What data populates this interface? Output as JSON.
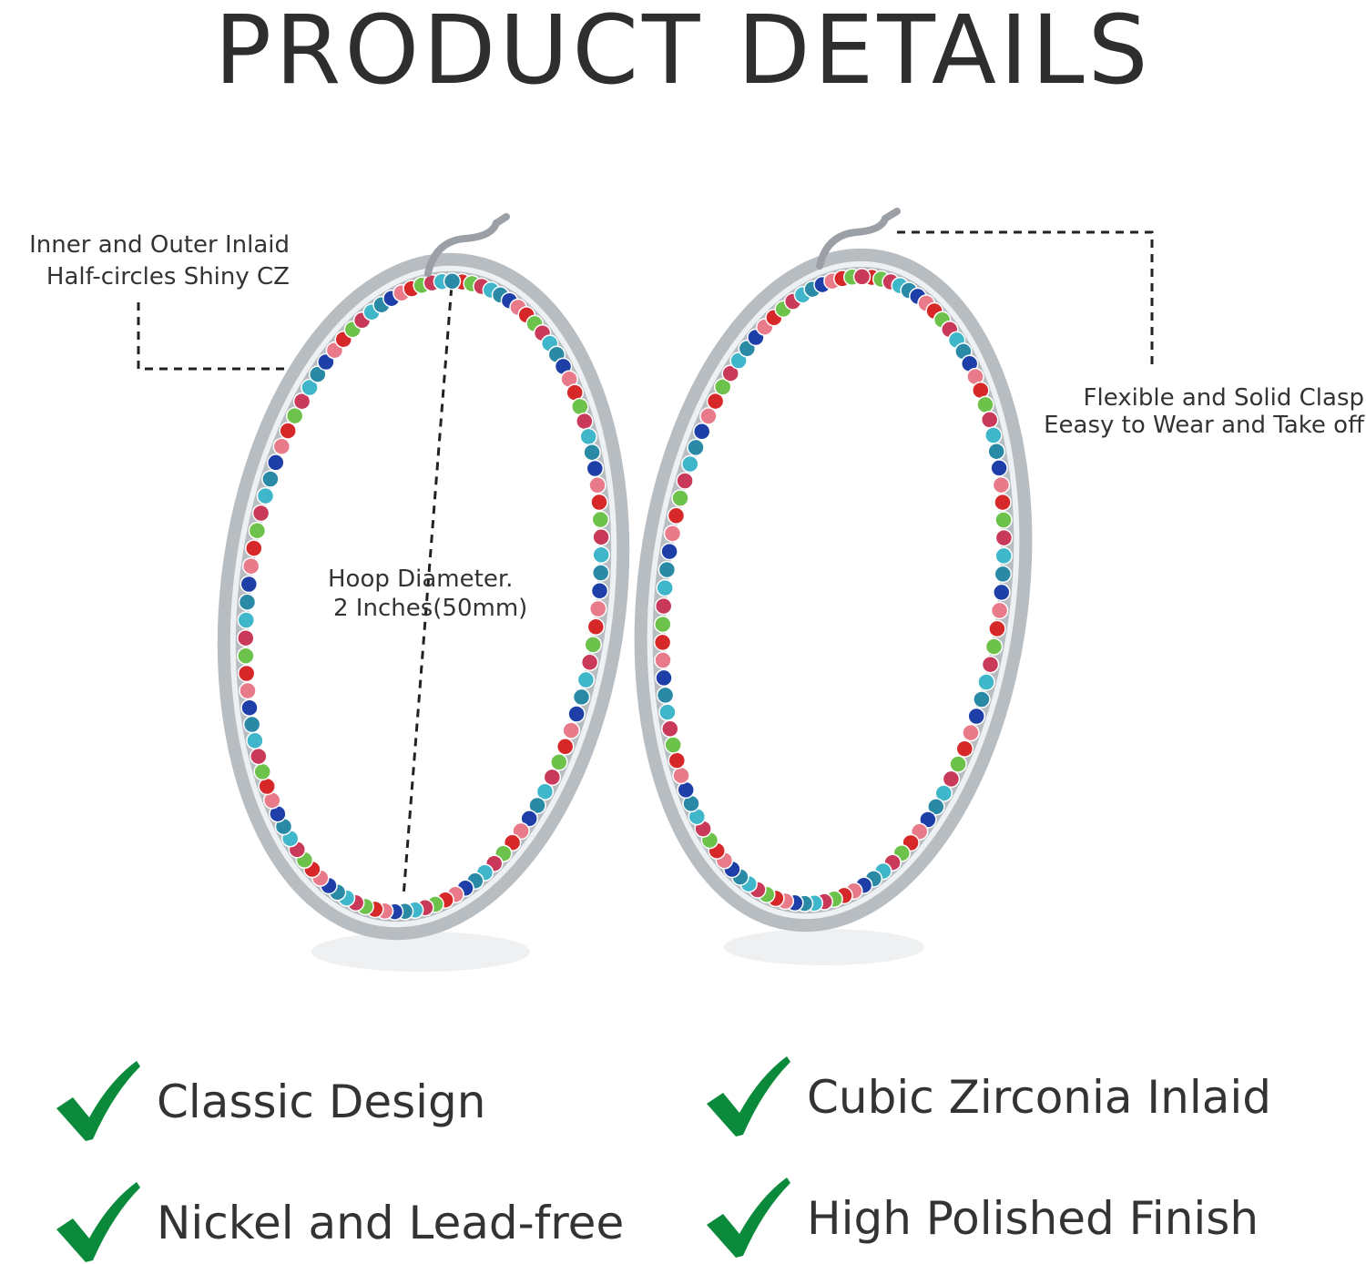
{
  "title": "PRODUCT DETAILS",
  "callouts": {
    "inlay": [
      "Inner and Outer Inlaid",
      "Half-circles Shiny CZ"
    ],
    "diameter": [
      "Hoop Diameter.",
      "2 Inches(50mm)"
    ],
    "clasp": [
      "Flexible and Solid Clasp",
      "Eeasy to Wear and Take off"
    ]
  },
  "features": [
    {
      "label": "Classic Design",
      "icon": "check-icon"
    },
    {
      "label": "Cubic Zirconia Inlaid",
      "icon": "check-icon"
    },
    {
      "label": "Nickel and Lead-free",
      "icon": "check-icon"
    },
    {
      "label": "High Polished Finish",
      "icon": "check-icon"
    }
  ],
  "colors": {
    "check": "#0a8a3a",
    "text": "#333333",
    "metal": "#c9cdd1",
    "gems": [
      "#d62828",
      "#1e3fa8",
      "#3fb6c9",
      "#6cc24a",
      "#e87a8a",
      "#2a8aa6",
      "#c93a5a"
    ]
  }
}
